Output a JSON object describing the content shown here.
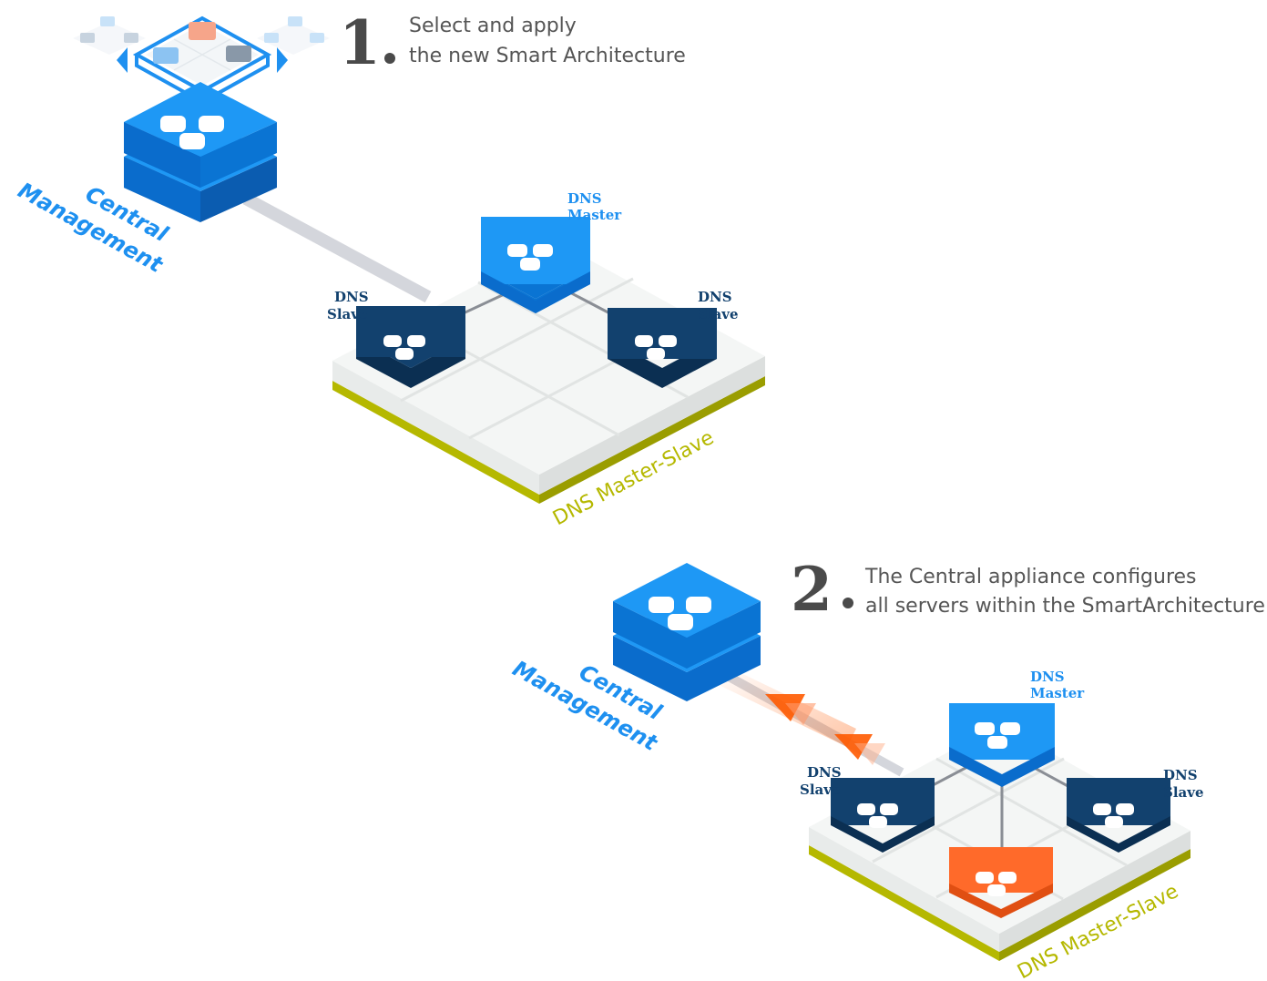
{
  "colors": {
    "blue_top": "#1e98f5",
    "blue_side": "#0a74d3",
    "blue_dark": "#0b5cb0",
    "navy_top": "#12416e",
    "navy_side": "#0b2f52",
    "orange_top": "#ff6a2a",
    "orange_side": "#e04f12",
    "platform_top": "#f4f6f5",
    "platform_side": "#e4e7e6",
    "platform_rim": "#b5b800",
    "label_blue": "#1e90f0",
    "label_navy": "#12416e",
    "arrow_orange": "#ff5a00"
  },
  "step1": {
    "number": "1",
    "line1": "Select and apply",
    "line2": "the new Smart Architecture"
  },
  "step2": {
    "number": "2",
    "line1": "The Central appliance configures",
    "line2": "all servers within the SmartArchitecture"
  },
  "diagram1": {
    "central_line1": "Central",
    "central_line2": "Management",
    "master_line1": "DNS",
    "master_line2": "Master",
    "slave_left_line1": "DNS",
    "slave_left_line2": "Slave",
    "slave_right_line1": "DNS",
    "slave_right_line2": "Slave",
    "platform_label": "DNS Master-Slave"
  },
  "diagram2": {
    "central_line1": "Central",
    "central_line2": "Management",
    "master_line1": "DNS",
    "master_line2": "Master",
    "slave_left_line1": "DNS",
    "slave_left_line2": "Slave",
    "slave_right_line1": "DNS",
    "slave_right_line2": "Slave",
    "platform_label": "DNS Master-Slave"
  }
}
